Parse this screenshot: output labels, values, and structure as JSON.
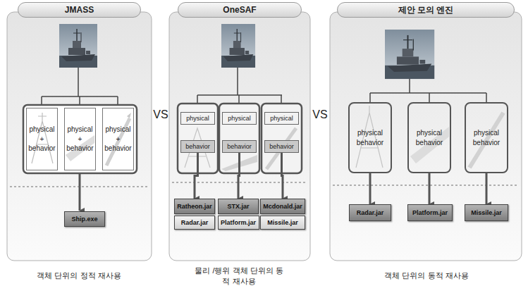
{
  "diagram": {
    "nodes": [
      {
        "text": [
          "JMASS"
        ]
      },
      {
        "text": [
          "physical + behavior"
        ],
        "in": 0
      },
      {
        "text": [
          "physical + behavior"
        ],
        "in": 0
      },
      {
        "text": [
          "physical + behavior"
        ],
        "in": 0
      },
      {
        "text": [
          "Ship.exe"
        ],
        "in": 0
      },
      {
        "text": [
          "OneSAF"
        ]
      },
      {
        "text": [
          "physical"
        ],
        "in": 5
      },
      {
        "text": [
          "physical"
        ],
        "in": 5
      },
      {
        "text": [
          "physical"
        ],
        "in": 5
      },
      {
        "text": [
          "behavior"
        ],
        "in": 5
      },
      {
        "text": [
          "behavior"
        ],
        "in": 5
      },
      {
        "text": [
          "behavior"
        ],
        "in": 5
      },
      {
        "text": [
          "Ratheon.jar"
        ],
        "in": 5
      },
      {
        "text": [
          "STX.jar"
        ],
        "in": 5
      },
      {
        "text": [
          "Mcdonald.jar"
        ],
        "in": 5
      },
      {
        "text": [
          "Radar.jar"
        ],
        "in": 5
      },
      {
        "text": [
          "Platform.jar"
        ],
        "in": 5
      },
      {
        "text": [
          "Missile.jar"
        ],
        "in": 5
      },
      {
        "text": [
          "제안 모의 엔진"
        ]
      },
      {
        "text": [
          "physical behavior"
        ],
        "in": 18
      },
      {
        "text": [
          "physical behavior"
        ],
        "in": 18
      },
      {
        "text": [
          "physical behavior"
        ],
        "in": 18
      },
      {
        "text": [
          "Radar.jar"
        ],
        "in": 18
      },
      {
        "text": [
          "Platform.jar"
        ],
        "in": 18
      },
      {
        "text": [
          "Missile.jar"
        ],
        "in": 18
      }
    ],
    "edges": [
      {
        "from": 9,
        "to": 12,
        "arrow": "to"
      },
      {
        "from": 10,
        "to": 13,
        "arrow": "to"
      },
      {
        "from": 11,
        "to": 14,
        "arrow": "to"
      },
      {
        "from": 19,
        "to": 22,
        "arrow": "to"
      },
      {
        "from": 20,
        "to": 23,
        "arrow": "to"
      },
      {
        "from": 21,
        "to": 24,
        "arrow": "to"
      }
    ],
    "labels": [
      "VS",
      "VS",
      "객체 단위의 정적 재사용",
      "물리 /행위 객체 단위의 동적 재사용",
      "객체 단위의 동적 재사용"
    ]
  }
}
